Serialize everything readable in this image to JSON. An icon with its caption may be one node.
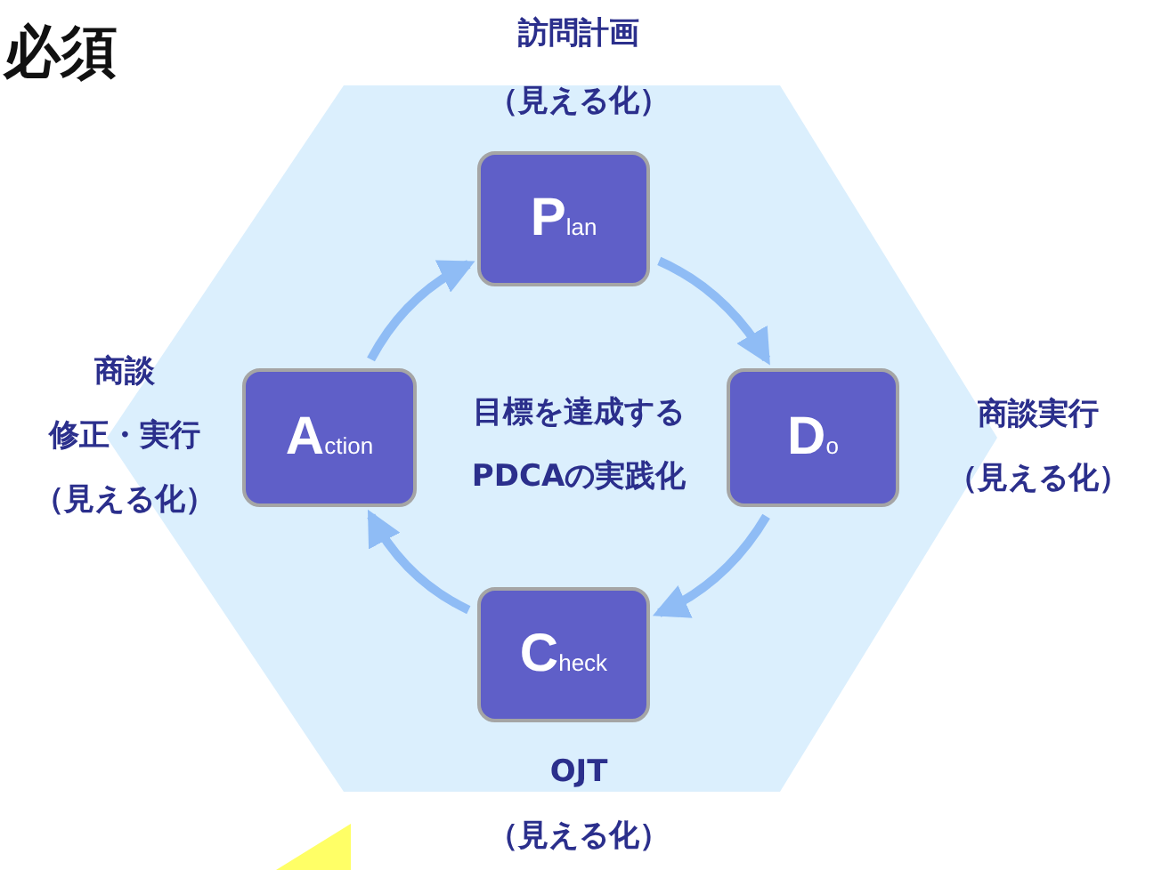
{
  "diagram": {
    "title": "必須",
    "nodes": [
      {
        "text": [
          "目標を達成するPDCAの実践化"
        ]
      },
      {
        "text": [
          "P$_{lan}$"
        ],
        "in": 0,
        "beside": [
          "訪問計画",
          "（見える化）"
        ]
      },
      {
        "text": [
          "D$_{o}$"
        ],
        "in": 0,
        "beside": [
          "商談実行",
          "（見える化）"
        ]
      },
      {
        "text": [
          "C$_{heck}$"
        ],
        "in": 0,
        "beside": [
          "OJT",
          "（見える化）"
        ]
      },
      {
        "text": [
          "A$_{ction}$"
        ],
        "in": 0,
        "beside": [
          "商談",
          "修正・実行",
          "（見える化）"
        ]
      }
    ],
    "edges": [
      {
        "from": 1,
        "to": 2,
        "arrow": "to"
      },
      {
        "from": 2,
        "to": 3,
        "arrow": "to"
      },
      {
        "from": 3,
        "to": 4,
        "arrow": "to"
      },
      {
        "from": 4,
        "to": 1,
        "arrow": "to"
      }
    ]
  }
}
